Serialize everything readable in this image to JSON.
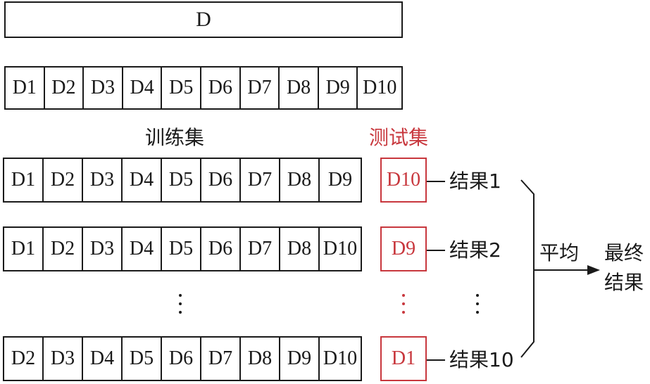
{
  "full_dataset_label": "D",
  "split_row": [
    "D1",
    "D2",
    "D3",
    "D4",
    "D5",
    "D6",
    "D7",
    "D8",
    "D9",
    "D10"
  ],
  "train_label": "训练集",
  "test_label": "测试集",
  "folds": [
    {
      "train": [
        "D1",
        "D2",
        "D3",
        "D4",
        "D5",
        "D6",
        "D7",
        "D8",
        "D9"
      ],
      "test": "D10",
      "result": "结果1"
    },
    {
      "train": [
        "D1",
        "D2",
        "D3",
        "D4",
        "D5",
        "D6",
        "D7",
        "D8",
        "D10"
      ],
      "test": "D9",
      "result": "结果2"
    },
    {
      "train": [
        "D2",
        "D3",
        "D4",
        "D5",
        "D6",
        "D7",
        "D8",
        "D9",
        "D10"
      ],
      "test": "D1",
      "result": "结果10"
    }
  ],
  "average_label": "平均",
  "final_label_line1": "最终",
  "final_label_line2": "结果",
  "colors": {
    "stroke": "#1a1a1a",
    "accent": "#c8373d"
  }
}
